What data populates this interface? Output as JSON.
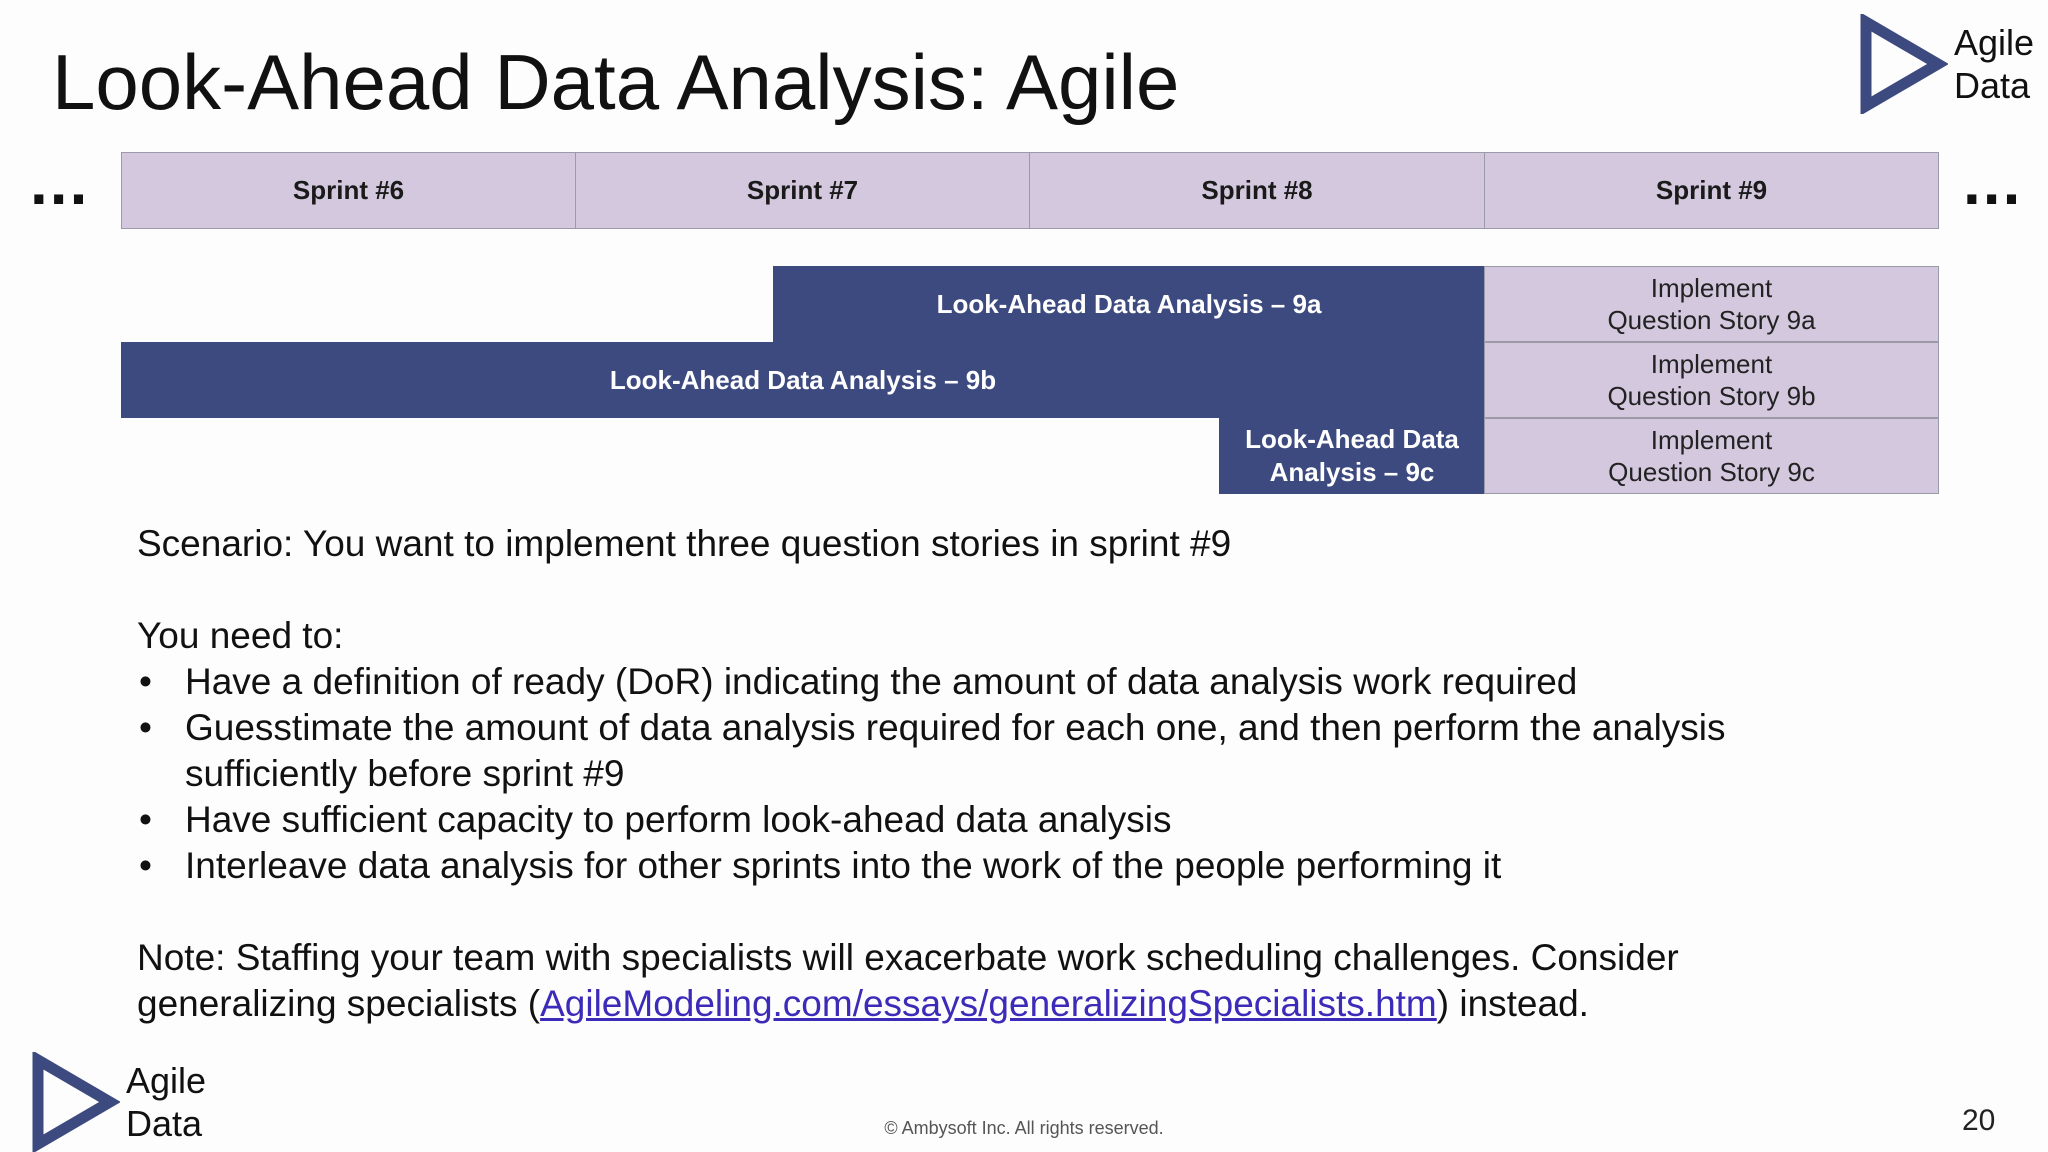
{
  "slide": {
    "title": "Look-Ahead Data Analysis: Agile",
    "page_number": "20",
    "footer": "© Ambysoft Inc. All rights reserved."
  },
  "logo": {
    "line1": "Agile",
    "line2": "Data"
  },
  "ellipsis": "...",
  "timeline": {
    "sprints": [
      "Sprint #6",
      "Sprint #7",
      "Sprint #8",
      "Sprint #9"
    ],
    "analysis": [
      {
        "label": "Look-Ahead Data Analysis – 9a",
        "impl_line1": "Implement",
        "impl_line2": "Question Story 9a"
      },
      {
        "label": "Look-Ahead Data Analysis – 9b",
        "impl_line1": "Implement",
        "impl_line2": "Question Story 9b"
      },
      {
        "label_line1": "Look-Ahead Data",
        "label_line2": "Analysis – 9c",
        "impl_line1": "Implement",
        "impl_line2": "Question Story 9c"
      }
    ],
    "colors": {
      "sprint_fill": "#d3c8de",
      "analysis_fill": "#3c4a7f",
      "logo": "#3c4a7f"
    }
  },
  "content": {
    "scenario": "Scenario: You want to implement three question stories in sprint #9",
    "need_to": "You need to:",
    "bullets": [
      "Have a definition of ready (DoR) indicating the amount of data analysis work required",
      "Guesstimate the amount of data analysis required for each one, and then perform the analysis sufficiently before sprint #9",
      "Have sufficient capacity to perform look-ahead data analysis",
      "Interleave data analysis for other sprints into the work of the people performing it"
    ],
    "note_part1": "Note: Staffing your team with specialists will exacerbate work scheduling challenges.  Consider generalizing specialists (",
    "note_link": "AgileModeling.com/essays/generalizingSpecialists.htm",
    "note_part2": ") instead."
  }
}
